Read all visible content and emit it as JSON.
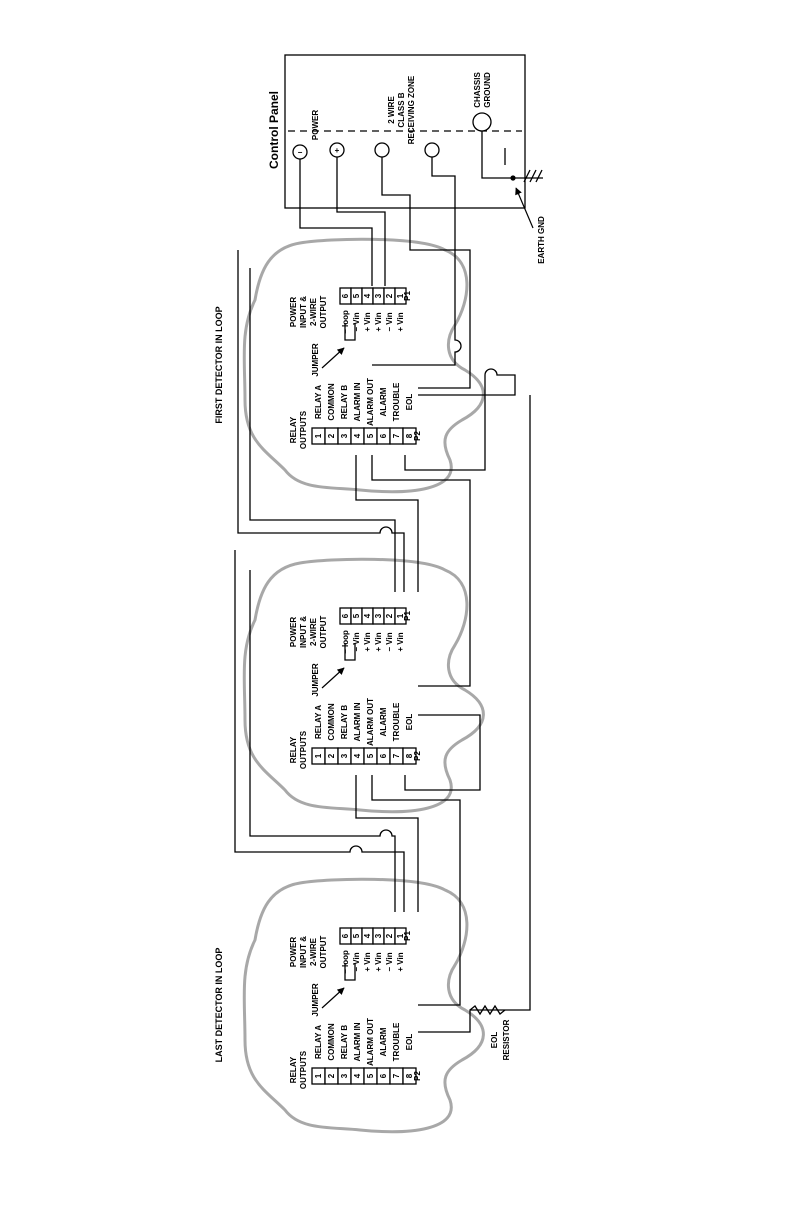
{
  "control_panel": {
    "title": "Control Panel",
    "power_label": "POWER",
    "power_minus": "−",
    "power_plus": "+",
    "zone_line1": "2 WIRE",
    "zone_line2": "CLASS B",
    "zone_line3": "RECEIVING ZONE",
    "ground_line1": "CHASSIS",
    "ground_line2": "GROUND"
  },
  "earth_label": "EARTH GND",
  "detectors": [
    {
      "title": "FIRST DETECTOR IN LOOP",
      "power_heading": [
        "POWER",
        "INPUT &",
        "2-WIRE",
        "OUTPUT"
      ],
      "power_pins": [
        {
          "num": "6",
          "label": "− loop"
        },
        {
          "num": "5",
          "label": "− Vin"
        },
        {
          "num": "4",
          "label": "+ Vin"
        },
        {
          "num": "3",
          "label": "+ Vin"
        },
        {
          "num": "2",
          "label": "− Vin"
        },
        {
          "num": "1",
          "label": "+ Vin"
        }
      ],
      "connector_p1": "P1",
      "relay_heading": [
        "RELAY",
        "OUTPUTS"
      ],
      "relay_pins": [
        {
          "num": "1",
          "label": "RELAY A"
        },
        {
          "num": "2",
          "label": "COMMON"
        },
        {
          "num": "3",
          "label": "RELAY B"
        },
        {
          "num": "4",
          "label": "ALARM IN"
        },
        {
          "num": "5",
          "label": "ALARM OUT"
        },
        {
          "num": "6",
          "label": "ALARM"
        },
        {
          "num": "7",
          "label": "TROUBLE"
        },
        {
          "num": "8",
          "label": "EOL"
        }
      ],
      "connector_p2": "P2",
      "jumper_label": "JUMPER"
    },
    {
      "title": "",
      "power_heading": [
        "POWER",
        "INPUT &",
        "2-WIRE",
        "OUTPUT"
      ],
      "power_pins": [
        {
          "num": "6",
          "label": "− loop"
        },
        {
          "num": "5",
          "label": "− Vin"
        },
        {
          "num": "4",
          "label": "+ Vin"
        },
        {
          "num": "3",
          "label": "+ Vin"
        },
        {
          "num": "2",
          "label": "− Vin"
        },
        {
          "num": "1",
          "label": "+ Vin"
        }
      ],
      "connector_p1": "P1",
      "relay_heading": [
        "RELAY",
        "OUTPUTS"
      ],
      "relay_pins": [
        {
          "num": "1",
          "label": "RELAY A"
        },
        {
          "num": "2",
          "label": "COMMON"
        },
        {
          "num": "3",
          "label": "RELAY B"
        },
        {
          "num": "4",
          "label": "ALARM IN"
        },
        {
          "num": "5",
          "label": "ALARM OUT"
        },
        {
          "num": "6",
          "label": "ALARM"
        },
        {
          "num": "7",
          "label": "TROUBLE"
        },
        {
          "num": "8",
          "label": "EOL"
        }
      ],
      "connector_p2": "P2",
      "jumper_label": "JUMPER"
    },
    {
      "title": "LAST DETECTOR IN LOOP",
      "power_heading": [
        "POWER",
        "INPUT &",
        "2-WIRE",
        "OUTPUT"
      ],
      "power_pins": [
        {
          "num": "6",
          "label": "− loop"
        },
        {
          "num": "5",
          "label": "− Vin"
        },
        {
          "num": "4",
          "label": "+ Vin"
        },
        {
          "num": "3",
          "label": "+ Vin"
        },
        {
          "num": "2",
          "label": "− Vin"
        },
        {
          "num": "1",
          "label": "+ Vin"
        }
      ],
      "connector_p1": "P1",
      "relay_heading": [
        "RELAY",
        "OUTPUTS"
      ],
      "relay_pins": [
        {
          "num": "1",
          "label": "RELAY A"
        },
        {
          "num": "2",
          "label": "COMMON"
        },
        {
          "num": "3",
          "label": "RELAY B"
        },
        {
          "num": "4",
          "label": "ALARM IN"
        },
        {
          "num": "5",
          "label": "ALARM OUT"
        },
        {
          "num": "6",
          "label": "ALARM"
        },
        {
          "num": "7",
          "label": "TROUBLE"
        },
        {
          "num": "8",
          "label": "EOL"
        }
      ],
      "connector_p2": "P2",
      "jumper_label": "JUMPER"
    }
  ],
  "eol_label_line1": "EOL",
  "eol_label_line2": "RESISTOR"
}
